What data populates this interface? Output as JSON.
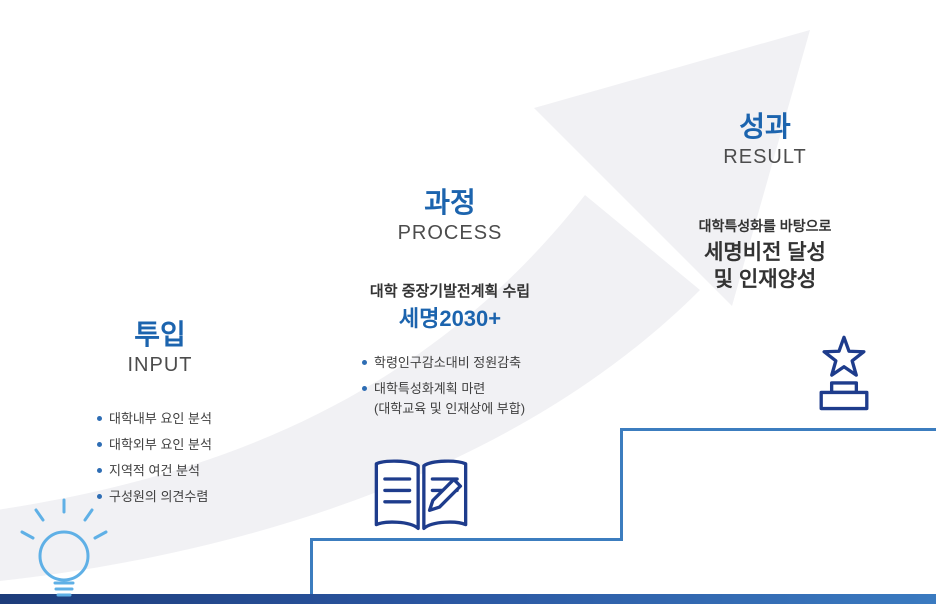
{
  "diagram": {
    "input": {
      "title": "투입",
      "subtitle": "INPUT",
      "items": [
        "대학내부 요인 분석",
        "대학외부 요인 분석",
        "지역적 여건 분석",
        "구성원의 의견수렴"
      ]
    },
    "process": {
      "title": "과정",
      "subtitle": "PROCESS",
      "plan_label": "대학 중장기발전계획 수립",
      "plan_name": "세명2030+",
      "items": [
        "학령인구감소대비 정원감축",
        "대학특성화계획 마련"
      ],
      "item_note": "(대학교육 및 인재상에 부합)"
    },
    "result": {
      "title": "성과",
      "subtitle": "RESULT",
      "lead": "대학특성화를 바탕으로",
      "goal_line1": "세명비전 달성",
      "goal_line2": "및 인재양성"
    }
  },
  "icons": {
    "input": "lightbulb",
    "process": "open-book-with-pencil",
    "result": "star-trophy"
  },
  "colors": {
    "title_blue": "#1c64ae",
    "icon_navy": "#1e3c8c",
    "lightbulb_blue": "#5fb0e6",
    "stair_blue": "#3c7dbf",
    "bullet_blue": "#2e6db4",
    "text_dark": "#404040",
    "background_arrow_gray": "#f1f1f4",
    "baseline_gradient_start": "#1d3c7a",
    "baseline_gradient_end": "#3a7ac0"
  }
}
